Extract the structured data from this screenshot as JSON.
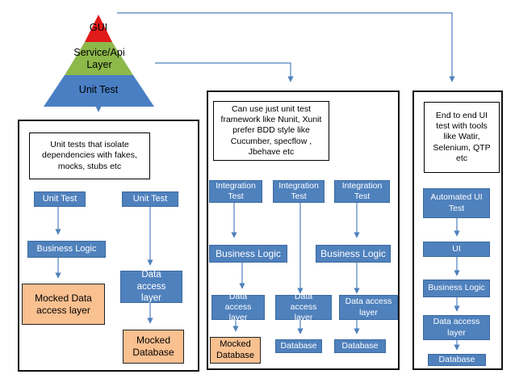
{
  "pyramid": {
    "top": "GUI",
    "middle": "Service/Api Layer",
    "bottom": "Unit Test",
    "colors": {
      "top": "#e11a1a",
      "middle": "#8db84a",
      "bottom": "#4a7fc4"
    }
  },
  "left_panel": {
    "note": "Unit tests that isolate dependencies with fakes, mocks, stubs etc",
    "unit_test_1": "Unit Test",
    "unit_test_2": "Unit Test",
    "business_logic": "Business Logic",
    "mocked_dal": "Mocked Data access layer",
    "data_access_layer": "Data access layer",
    "mocked_database": "Mocked Database"
  },
  "middle_panel": {
    "note": "Can use just unit test framework like Nunit, Xunit prefer BDD style like Cucumber, specflow , Jbehave etc",
    "integration_test_1": "Integration Test",
    "integration_test_2": "Integration Test",
    "integration_test_3": "Integration Test",
    "business_logic_1": "Business Logic",
    "business_logic_2": "Business Logic",
    "data_access_1": "Data access layer",
    "data_access_2": "Data access layer",
    "data_access_3": "Data access layer",
    "mocked_database": "Mocked Database",
    "database_1": "Database",
    "database_2": "Database"
  },
  "right_panel": {
    "note": "End to end UI test with tools like Watir, Selenium, QTP etc",
    "automated_ui_test": "Automated UI Test",
    "ui": "UI",
    "business_logic": "Business Logic",
    "data_access_layer": "Data access layer",
    "database": "Database"
  },
  "colors": {
    "box_blue": "#4f81bd",
    "box_peach": "#f9c090",
    "connector": "#4f81bd"
  }
}
